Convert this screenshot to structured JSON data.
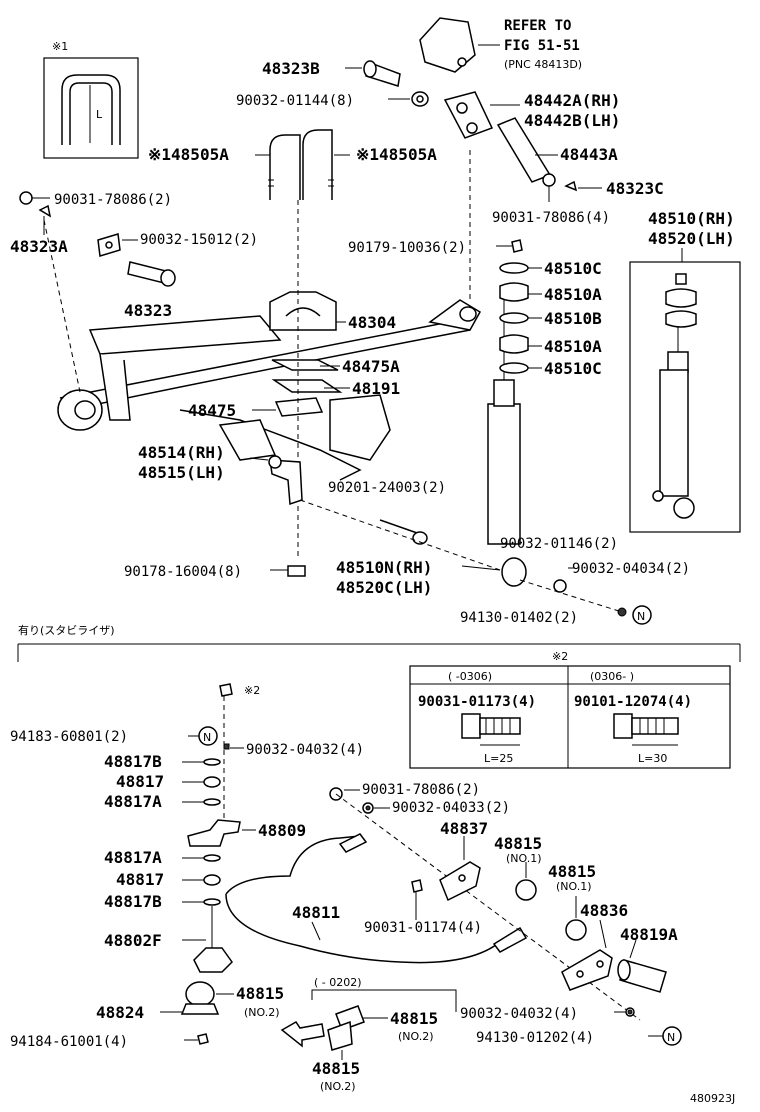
{
  "diagram": {
    "figure_code": "480923J",
    "refer": {
      "line1": "REFER TO",
      "line2": "FIG 51-51",
      "line3": "(PNC 48413D)"
    },
    "note_mark1": "※1",
    "inset_dim": "L",
    "stabilizer_caption": "有り(スタビライザ)",
    "table": {
      "mark": "※2",
      "col1_header": "(  -0306)",
      "col2_header": "(0306-    )",
      "col1_part": "90031-01173(4)",
      "col2_part": "90101-12074(4)",
      "col1_len": "L=25",
      "col2_len": "L=30"
    },
    "bracket_range": "(  - 0202)",
    "labels": {
      "p48323B": "48323B",
      "p90032_01144": "90032-01144(8)",
      "p48442A": "48442A(RH)",
      "p48442B": "48442B(LH)",
      "p48505A_l": "※148505A",
      "p48505A_r": "※148505A",
      "p48443A": "48443A",
      "p90031_78086_2": "90031-78086(2)",
      "p48323C": "48323C",
      "p90031_78086_4": "90031-78086(4)",
      "p48510RH": "48510(RH)",
      "p48520LH": "48520(LH)",
      "p48323A": "48323A",
      "p90032_15012": "90032-15012(2)",
      "p90179_10036": "90179-10036(2)",
      "p48510C_a": "48510C",
      "p48510A_a": "48510A",
      "p48510B": "48510B",
      "p48510A_b": "48510A",
      "p48510C_b": "48510C",
      "p48323": "48323",
      "p48304": "48304",
      "p48475A": "48475A",
      "p48191": "48191",
      "p48475": "48475",
      "p48514": "48514(RH)",
      "p48515": "48515(LH)",
      "p90201_24003": "90201-24003(2)",
      "p90032_01146": "90032-01146(2)",
      "p90178_16004": "90178-16004(8)",
      "p48510N": "48510N(RH)",
      "p48520C": "48520C(LH)",
      "p90032_04034": "90032-04034(2)",
      "p94130_01402": "94130-01402(2)",
      "p94183": "94183-60801(2)",
      "p90032_04032_a": "90032-04032(4)",
      "p48817B_a": "48817B",
      "p48817_a": "48817",
      "p48817A_a": "48817A",
      "p48809": "48809",
      "p48817A_b": "48817A",
      "p48817_b": "48817",
      "p48817B_b": "48817B",
      "p48802F": "48802F",
      "p48824": "48824",
      "p94184": "94184-61001(4)",
      "p90031_78086_s": "90031-78086(2)",
      "p90032_04033": "90032-04033(2)",
      "p48837": "48837",
      "p48815_1a": "48815",
      "p48815_1b": "48815",
      "p48811": "48811",
      "p90031_01174": "90031-01174(4)",
      "p48836": "48836",
      "p48819A": "48819A",
      "p48815_2a": "48815",
      "p48815_2b": "48815",
      "p48815_2c": "48815",
      "p90032_04032_b": "90032-04032(4)",
      "p94130_01202": "94130-01202(4)"
    },
    "sublabels": {
      "no1a": "(NO.1)",
      "no1b": "(NO.1)",
      "no2a": "(NO.2)",
      "no2b": "(NO.2)",
      "no2c": "(NO.2)",
      "mark2": "※2",
      "circleN": "N"
    }
  }
}
